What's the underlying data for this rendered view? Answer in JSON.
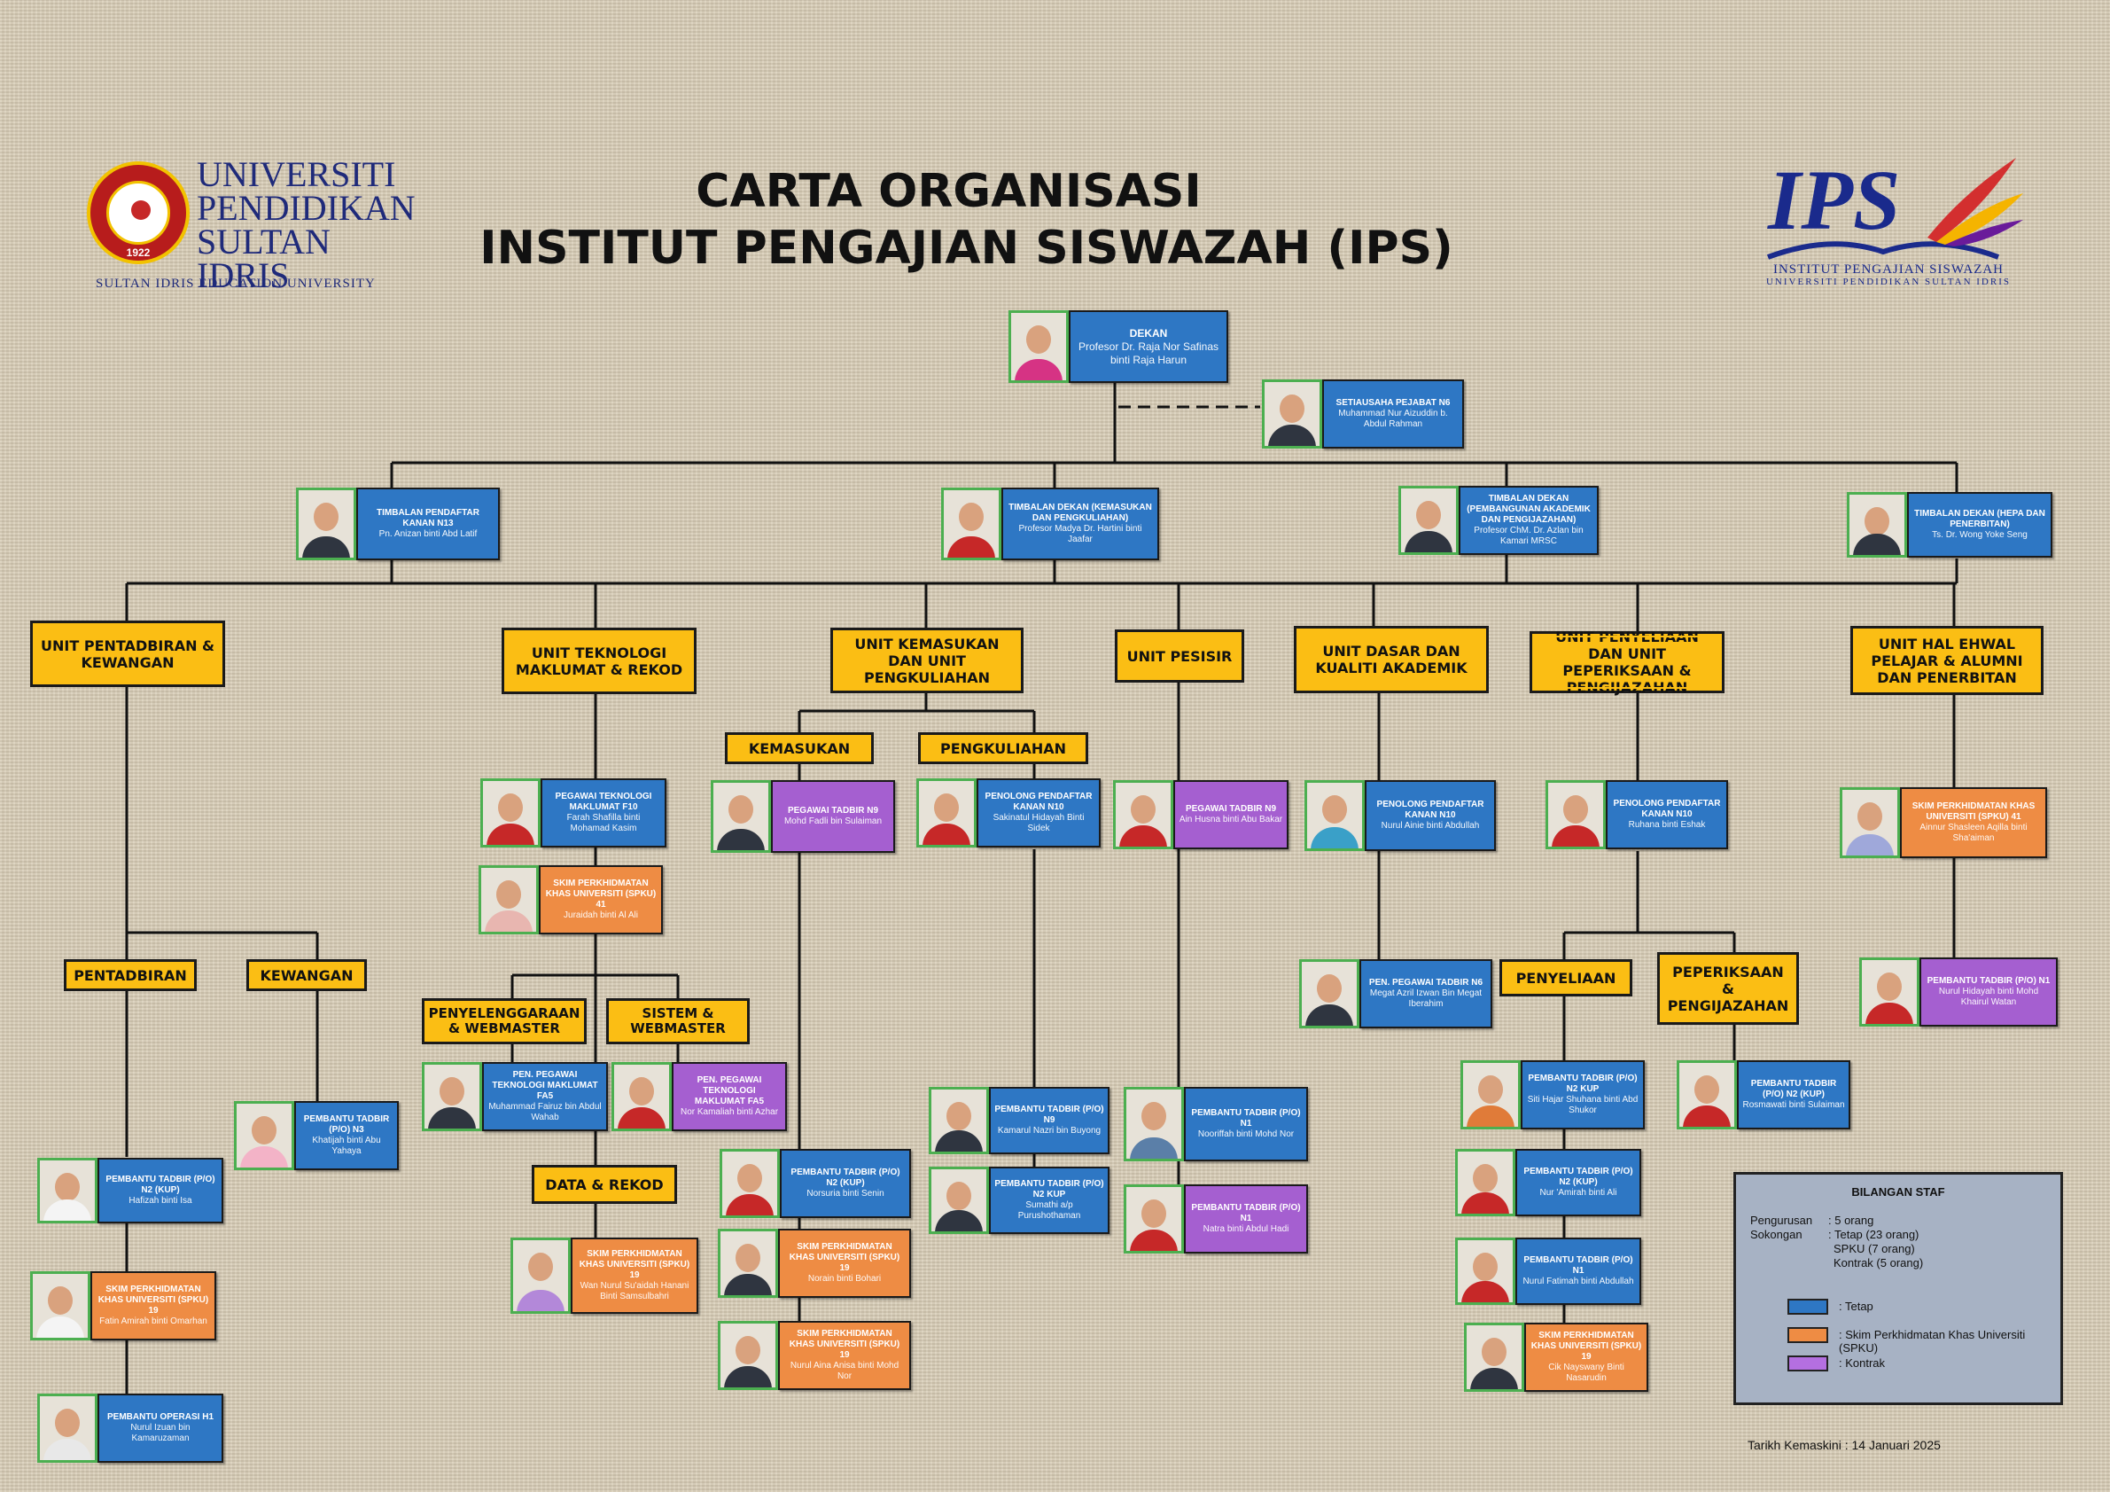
{
  "title": {
    "line1": "CARTA ORGANISASI",
    "line2": "INSTITUT PENGAJIAN SISWAZAH (IPS)"
  },
  "logo_upsi": {
    "name_lines": [
      "UNIVERSITI",
      "PENDIDIKAN",
      "SULTAN IDRIS"
    ],
    "subtitle": "SULTAN IDRIS EDUCATION UNIVERSITY",
    "seal_year": "1922"
  },
  "logo_ips": {
    "text": "IPS",
    "subtitle1": "INSTITUT PENGAJIAN SISWAZAH",
    "subtitle2": "UNIVERSITI PENDIDIKAN SULTAN IDRIS"
  },
  "colors": {
    "tetap": "#2e77c4",
    "spku": "#ee8c44",
    "kontrak": "#a55fd0",
    "unit": "#fbbe14",
    "photo_border": "#4caf50"
  },
  "persons": {
    "dekan": {
      "title": "DEKAN",
      "name": "Profesor Dr. Raja Nor Safinas binti Raja Harun"
    },
    "setiausaha": {
      "title": "SETIAUSAHA PEJABAT N6",
      "name": "Muhammad Nur Aizuddin b. Abdul Rahman"
    },
    "tp_kanan": {
      "title": "TIMBALAN PENDAFTAR KANAN N13",
      "name": "Pn. Anizan binti Abd Latif"
    },
    "td_kemasukan": {
      "title": "TIMBALAN DEKAN (KEMASUKAN DAN PENGKULIAHAN)",
      "name": "Profesor Madya Dr. Hartini binti Jaafar"
    },
    "td_pembangunan": {
      "title": "TIMBALAN DEKAN (PEMBANGUNAN AKADEMIK DAN PENGIJAZAHAN)",
      "name": "Profesor ChM. Dr. Azlan bin Kamari MRSC"
    },
    "td_hepa": {
      "title": "TIMBALAN DEKAN (HEPA DAN PENERBITAN)",
      "name": "Ts. Dr. Wong Yoke Seng"
    },
    "pt_f10": {
      "title": "PEGAWAI TEKNOLOGI MAKLUMAT F10",
      "name": "Farah Shafilla binti Mohamad Kasim"
    },
    "spku41_ti": {
      "title": "SKIM PERKHIDMATAN KHAS UNIVERSITI (SPKU) 41",
      "name": "Juraidah binti Al Ali"
    },
    "ppt_fa5": {
      "title": "PEN. PEGAWAI TEKNOLOGI MAKLUMAT FA5",
      "name": "Muhammad Fairuz bin Abdul Wahab"
    },
    "ppt_kontrak": {
      "title": "PEN. PEGAWAI TEKNOLOGI MAKLUMAT FA5",
      "name": "Nor Kamaliah binti Azhar"
    },
    "spku19_data": {
      "title": "SKIM PERKHIDMATAN KHAS UNIVERSITI (SPKU) 19",
      "name": "Wan Nurul Su'aidah Hanani Binti Samsulbahri"
    },
    "ptadbir_n9_kem": {
      "title": "PEGAWAI TADBIR N9",
      "name": "Mohd Fadli bin Sulaiman"
    },
    "pen_pendaftar_kul": {
      "title": "PENOLONG PENDAFTAR KANAN N10",
      "name": "Sakinatul Hidayah Binti Sidek"
    },
    "ptadbir_n9_pes": {
      "title": "PEGAWAI TADBIR N9",
      "name": "Ain Husna binti Abu Bakar"
    },
    "pen_pendaftar_dasar": {
      "title": "PENOLONG PENDAFTAR KANAN N10",
      "name": "Nurul Ainie binti Abdullah"
    },
    "pen_pendaftar_peny": {
      "title": "PENOLONG PENDAFTAR KANAN N10",
      "name": "Ruhana binti Eshak"
    },
    "spku41_hal": {
      "title": "SKIM PERKHIDMATAN KHAS UNIVERSITI (SPKU) 41",
      "name": "Ainnur Shasleen Aqilla binti Sha'aiman"
    },
    "ppt_n6_dasar": {
      "title": "PEN. PEGAWAI TADBIR N6",
      "name": "Megat Azril Izwan Bin Megat Iberahim"
    },
    "pt_hal_n1": {
      "title": "PEMBANTU TADBIR (P/O) N1",
      "name": "Nurul Hidayah binti Mohd Khairul Watan"
    },
    "pt_kew_n3": {
      "title": "PEMBANTU TADBIR (P/O) N3",
      "name": "Khatijah binti Abu Yahaya"
    },
    "pt_pen_n2": {
      "title": "PEMBANTU TADBIR (P/O) N2 (KUP)",
      "name": "Hafizah binti Isa"
    },
    "spku19_pen": {
      "title": "SKIM PERKHIDMATAN KHAS UNIVERSITI (SPKU) 19",
      "name": "Fatin Amirah binti Omarhan"
    },
    "po_h1": {
      "title": "PEMBANTU OPERASI H1",
      "name": "Nurul Izuan bin Kamaruzaman"
    },
    "pt_kem_n2": {
      "title": "PEMBANTU TADBIR (P/O) N2 (KUP)",
      "name": "Norsuria binti Senin"
    },
    "spku19_kem1": {
      "title": "SKIM PERKHIDMATAN KHAS UNIVERSITI (SPKU) 19",
      "name": "Norain binti Bohari"
    },
    "spku19_kem2": {
      "title": "SKIM PERKHIDMATAN KHAS UNIVERSITI (SPKU) 19",
      "name": "Nurul Aina Anisa binti Mohd Nor"
    },
    "pt_kul_n9": {
      "title": "PEMBANTU TADBIR (P/O) N9",
      "name": "Kamarul Nazri bin Buyong"
    },
    "pt_kul_n2": {
      "title": "PEMBANTU TADBIR (P/O) N2 KUP",
      "name": "Sumathi a/p Purushothaman"
    },
    "pt_pes_n1": {
      "title": "PEMBANTU TADBIR (P/O) N1",
      "name": "Nooriffah binti Mohd Nor"
    },
    "pt_pes_kontrak": {
      "title": "PEMBANTU TADBIR (P/O) N1",
      "name": "Natra binti Abdul Hadi"
    },
    "pt_peny_1": {
      "title": "PEMBANTU TADBIR (P/O) N2 KUP",
      "name": "Siti Hajar Shuhana binti Abd Shukor"
    },
    "pt_peny_2": {
      "title": "PEMBANTU TADBIR (P/O) N2 (KUP)",
      "name": "Nur 'Amirah binti Ali"
    },
    "pt_peny_3": {
      "title": "PEMBANTU TADBIR (P/O) N1",
      "name": "Nurul Fatimah binti Abdullah"
    },
    "spku19_peny": {
      "title": "SKIM PERKHIDMATAN KHAS UNIVERSITI (SPKU) 19",
      "name": "Cik Nayswany Binti Nasarudin"
    },
    "pt_periksa": {
      "title": "PEMBANTU TADBIR (P/O) N2 (KUP)",
      "name": "Rosmawati binti Sulaiman"
    }
  },
  "units": {
    "pentadbiran_kewangan": "UNIT PENTADBIRAN & KEWANGAN",
    "teknologi": "UNIT TEKNOLOGI MAKLUMAT & REKOD",
    "kemasukan": "UNIT KEMASUKAN DAN UNIT PENGKULIAHAN",
    "pesisir": "UNIT PESISIR",
    "dasar": "UNIT DASAR DAN KUALITI AKADEMIK",
    "penyeliaan": "UNIT PENYELIAAN DAN UNIT PEPERIKSAAN & PENGIJAZAHAN",
    "hal_ehwal": "UNIT HAL EHWAL PELAJAR & ALUMNI DAN PENERBITAN",
    "sub_kemasukan": "KEMASUKAN",
    "sub_pengkuliahan": "PENGKULIAHAN",
    "sub_pentadbiran": "PENTADBIRAN",
    "sub_kewangan": "KEWANGAN",
    "sub_penyelenggaraan": "PENYELENGGARAAN & WEBMASTER",
    "sub_sistem": "SISTEM & WEBMASTER",
    "sub_data": "DATA & REKOD",
    "sub_penyeliaan": "PENYELIAAN",
    "sub_peperiksaan": "PEPERIKSAAN & PENGIJAZAHAN"
  },
  "legend": {
    "title": "BILANGAN STAF",
    "pengurusan_label": "Pengurusan",
    "pengurusan_value": ": 5 orang",
    "sokongan_label": "Sokongan",
    "sokongan_tetap": ": Tetap (23 orang)",
    "sokongan_spku": "SPKU (7 orang)",
    "sokongan_kontrak": "Kontrak (5 orang)",
    "tetap_label": ": Tetap",
    "spku_label": ": Skim Perkhidmatan Khas Universiti (SPKU)",
    "kontrak_label": ": Kontrak"
  },
  "updated": "Tarikh Kemaskini : 14 Januari 2025"
}
